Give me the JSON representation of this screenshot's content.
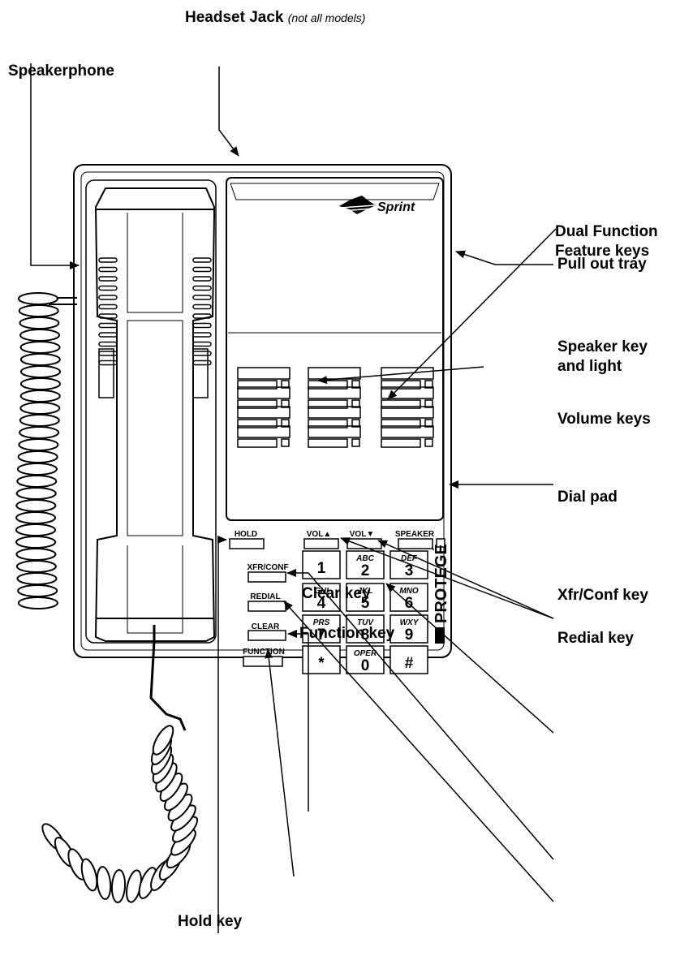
{
  "brand": {
    "logo_text": "Sprint",
    "model_text": "PROTEGÉ"
  },
  "callouts": {
    "headset_jack": "Headset Jack",
    "headset_jack_note": "(not all models)",
    "speakerphone": "Speakerphone",
    "dual_function_line1": "Dual Function",
    "dual_function_line2": "Feature keys",
    "pull_out_tray": "Pull out tray",
    "speaker_key_line1": "Speaker key",
    "speaker_key_line2": "and light",
    "volume_keys": "Volume keys",
    "dial_pad": "Dial pad",
    "xfr_conf_key": "Xfr/Conf key",
    "clear_key": "Clear key",
    "redial_key": "Redial key",
    "function_key": "Function key",
    "hold_key": "Hold key"
  },
  "keys": {
    "hold": "HOLD",
    "vol_up": "VOL▲",
    "vol_down": "VOL▼",
    "speaker": "SPEAKER",
    "xfr_conf": "XFR/CONF",
    "redial": "REDIAL",
    "clear": "CLEAR",
    "function": "FUNCTION"
  },
  "dialpad": [
    {
      "digit": "1",
      "letters": ""
    },
    {
      "digit": "2",
      "letters": "ABC"
    },
    {
      "digit": "3",
      "letters": "DEF"
    },
    {
      "digit": "4",
      "letters": "GHI"
    },
    {
      "digit": "5",
      "letters": "JKL"
    },
    {
      "digit": "6",
      "letters": "MNO"
    },
    {
      "digit": "7",
      "letters": "PRS"
    },
    {
      "digit": "8",
      "letters": "TUV"
    },
    {
      "digit": "9",
      "letters": "WXY"
    },
    {
      "digit": "*",
      "letters": ""
    },
    {
      "digit": "0",
      "letters": "OPER"
    },
    {
      "digit": "#",
      "letters": ""
    }
  ]
}
